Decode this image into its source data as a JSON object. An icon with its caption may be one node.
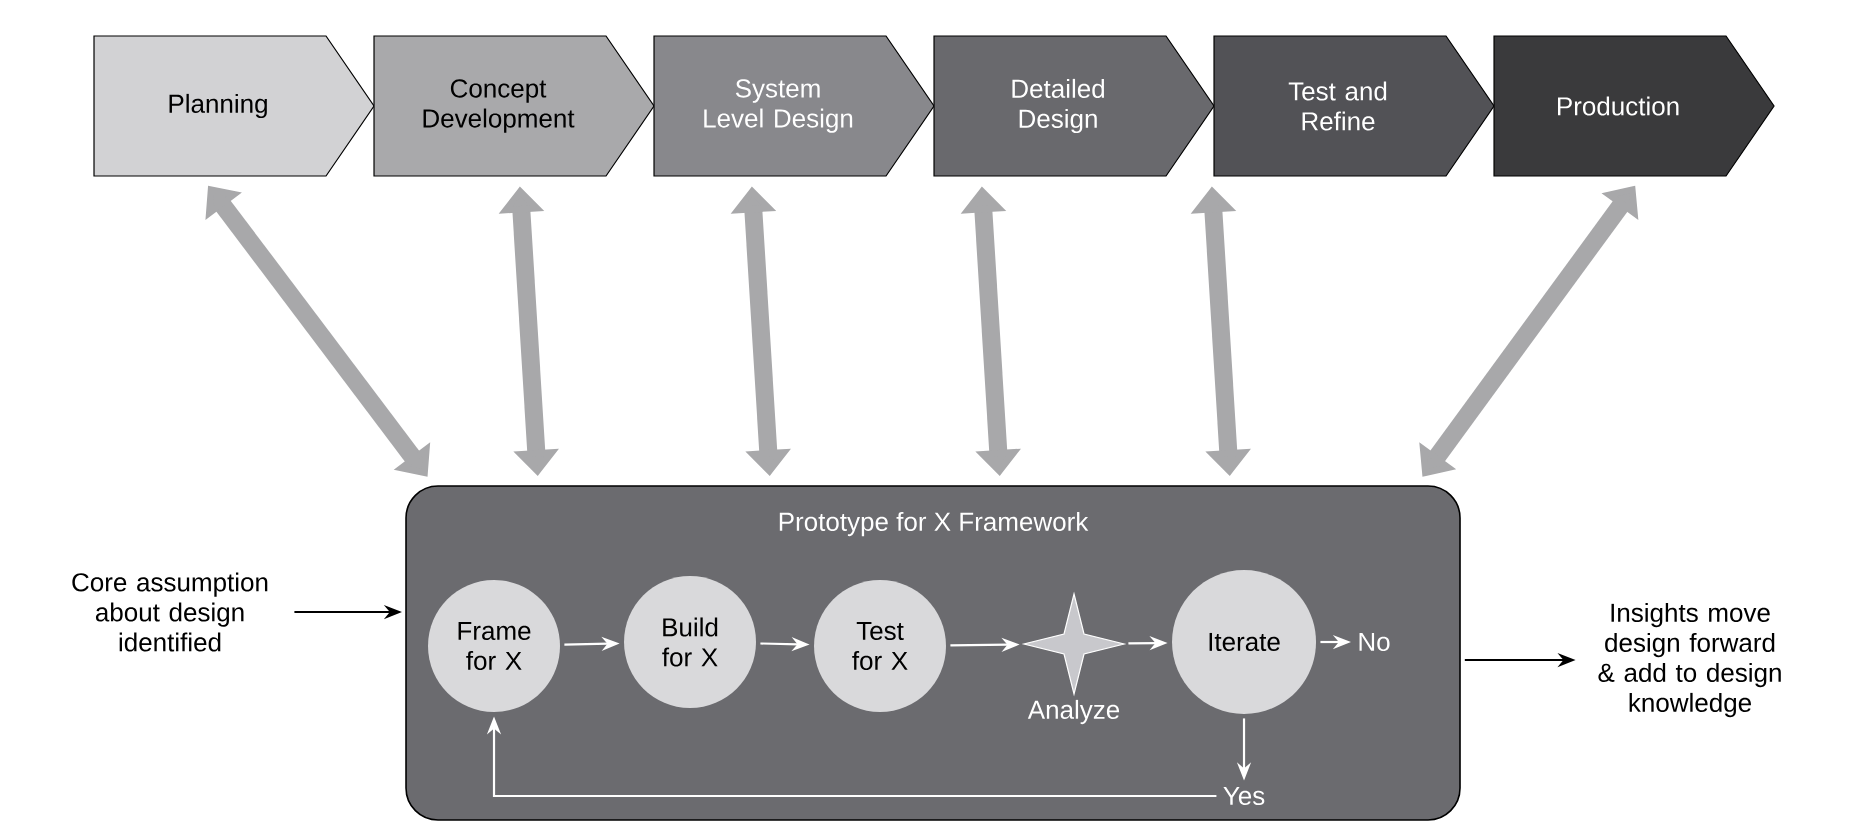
{
  "diagram": {
    "nodes": [
      {
        "text": [
          "Planning"
        ]
      },
      {
        "text": [
          "Concept Development"
        ]
      },
      {
        "text": [
          "System Level Design"
        ]
      },
      {
        "text": [
          "Detailed Design"
        ]
      },
      {
        "text": [
          "Test and Refine"
        ]
      },
      {
        "text": [
          "Production"
        ]
      },
      {
        "text": [
          "Prototype for X Framework"
        ]
      },
      {
        "text": [
          "Frame for X"
        ],
        "in": 6
      },
      {
        "text": [
          "Build for X"
        ],
        "in": 6
      },
      {
        "text": [
          "Test for X"
        ],
        "in": 6
      },
      {
        "text": [],
        "shape": "star",
        "beside": [
          "Analyze"
        ],
        "in": 6
      },
      {
        "text": [
          "Iterate"
        ],
        "in": 6
      },
      {
        "text": [
          "No"
        ],
        "in": 6
      },
      {
        "text": [
          "Yes"
        ],
        "in": 6
      },
      {
        "text": [
          "Core assumption about design identified"
        ]
      },
      {
        "text": [
          "Insights move design forward & add to design knowledge"
        ]
      }
    ],
    "edges": [
      {
        "from": 0,
        "to": 6,
        "arrow": "both",
        "style": "thick",
        "color": "#a8a8aa"
      },
      {
        "from": 1,
        "to": 6,
        "arrow": "both",
        "style": "thick",
        "color": "#a8a8aa"
      },
      {
        "from": 2,
        "to": 6,
        "arrow": "both",
        "style": "thick",
        "color": "#a8a8aa"
      },
      {
        "from": 3,
        "to": 6,
        "arrow": "both",
        "style": "thick",
        "color": "#a8a8aa"
      },
      {
        "from": 4,
        "to": 6,
        "arrow": "both",
        "style": "thick",
        "color": "#a8a8aa"
      },
      {
        "from": 5,
        "to": 6,
        "arrow": "both",
        "style": "thick",
        "color": "#a8a8aa"
      },
      {
        "from": 14,
        "to": 6,
        "arrow": "to",
        "color": "#000000"
      },
      {
        "from": 7,
        "to": 8,
        "arrow": "to",
        "color": "#ffffff"
      },
      {
        "from": 8,
        "to": 9,
        "arrow": "to",
        "color": "#ffffff"
      },
      {
        "from": 9,
        "to": 10,
        "arrow": "to",
        "color": "#ffffff"
      },
      {
        "from": 10,
        "to": 11,
        "arrow": "to",
        "color": "#ffffff"
      },
      {
        "from": 11,
        "to": 12,
        "arrow": "to",
        "color": "#ffffff"
      },
      {
        "from": 11,
        "to": 13,
        "arrow": "to",
        "color": "#ffffff"
      },
      {
        "from": 13,
        "to": 7,
        "arrow": "to",
        "color": "#ffffff"
      },
      {
        "from": 6,
        "to": 15,
        "arrow": "to",
        "color": "#000000"
      }
    ]
  }
}
